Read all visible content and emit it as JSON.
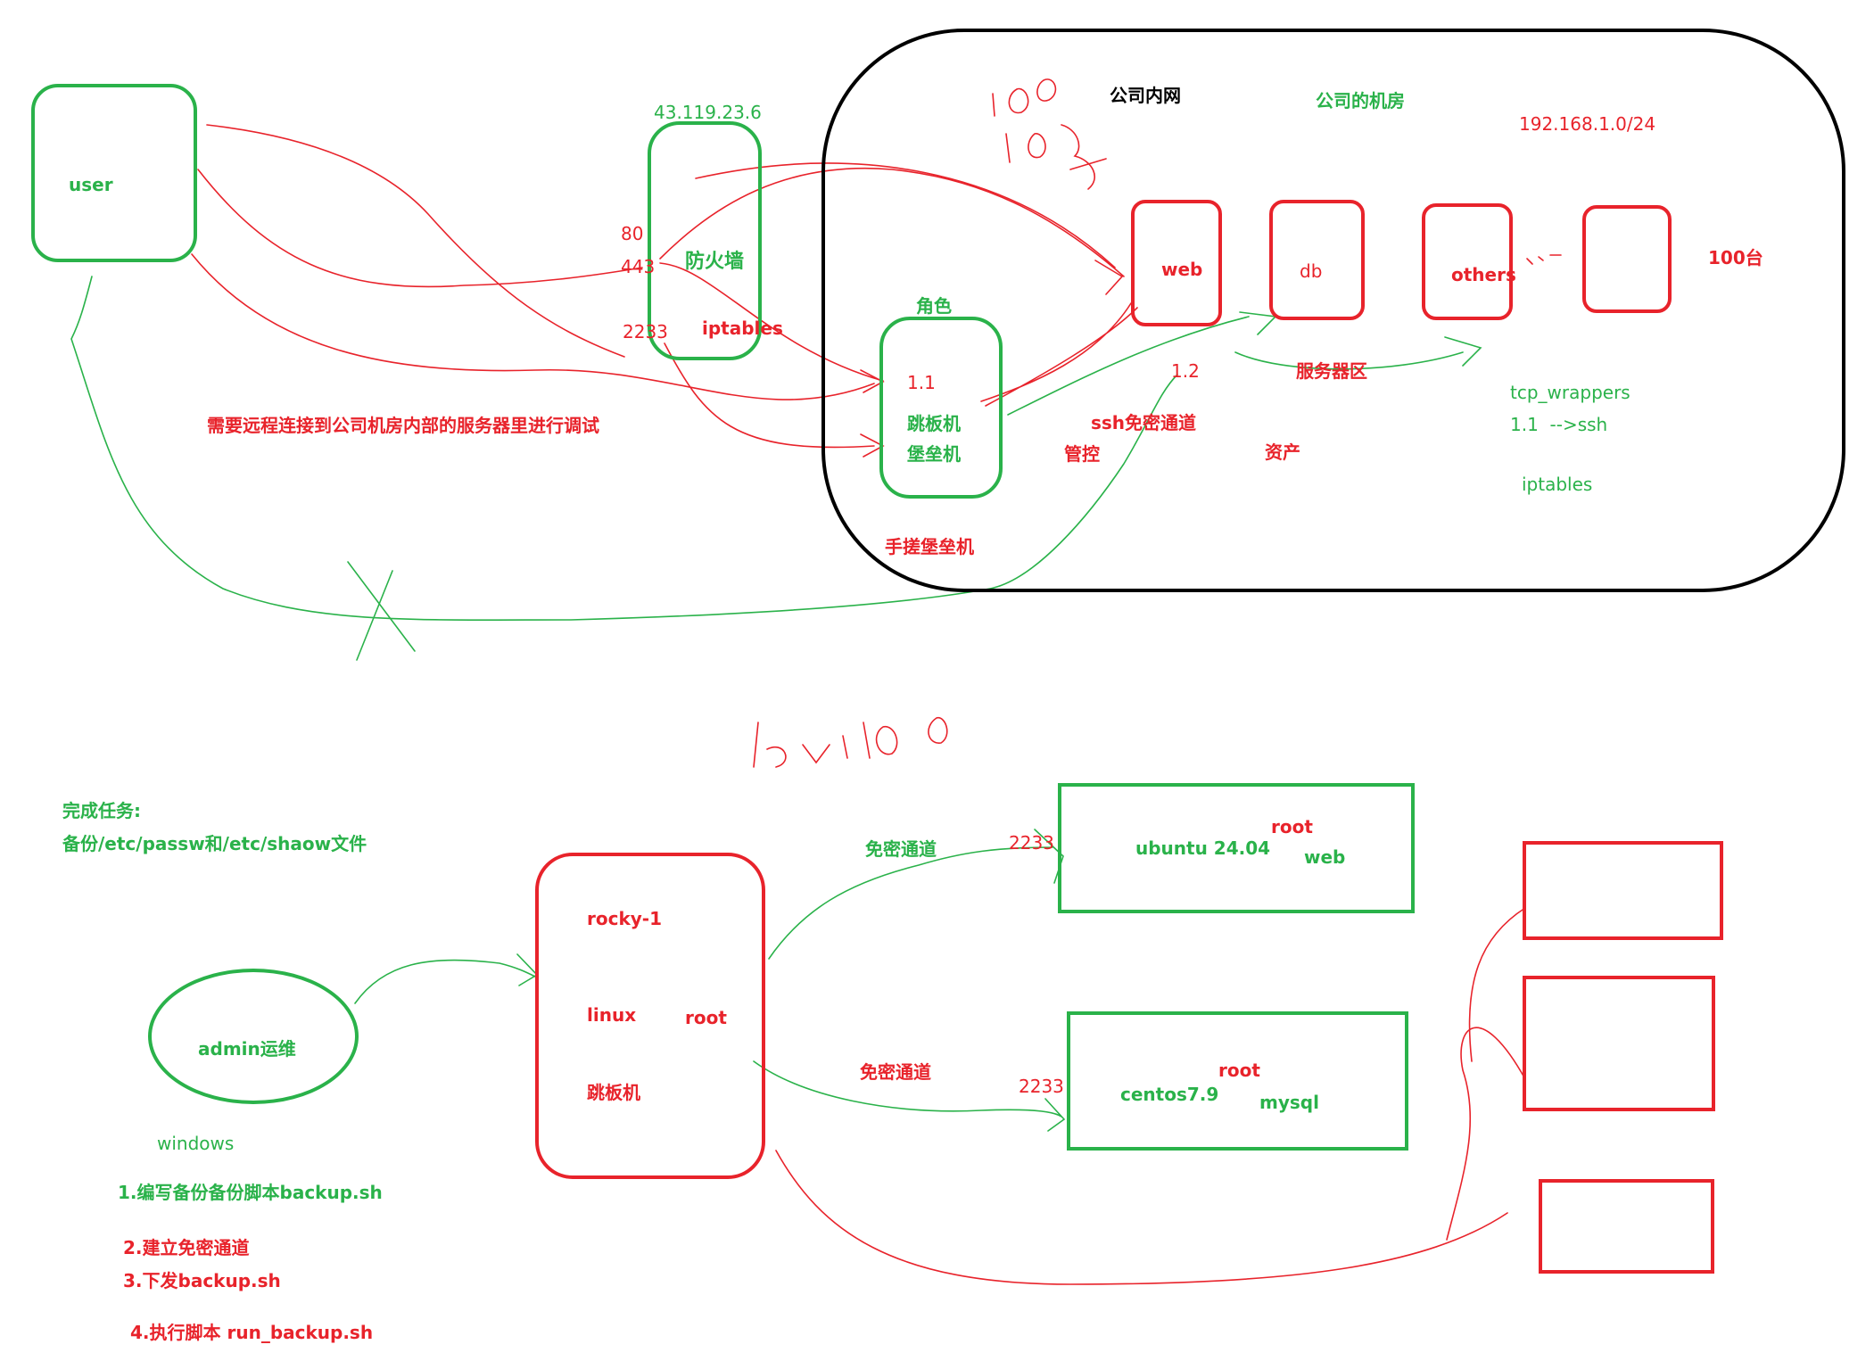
{
  "colors": {
    "green": "#2ab24a",
    "red": "#e8232b",
    "black": "#000000"
  },
  "top": {
    "user": "user",
    "firewall_ip": "43.119.23.6",
    "port_80": "80",
    "port_443": "443",
    "port_2233": "2233",
    "firewall": "防火墙",
    "iptables": "iptables",
    "remote_note": "需要远程连接到公司机房内部的服务器里进行调试",
    "intranet": "公司内网",
    "machine_room": "公司的机房",
    "subnet": "192.168.1.0/24",
    "web": "web",
    "db": "db",
    "others": "others",
    "count_100": "100台",
    "role": "角色",
    "jump_ip": "1.1",
    "jump_host": "跳板机",
    "bastion": "堡垒机",
    "ip_12": "1.2",
    "ssh_nopass": "ssh免密通道",
    "control": "管控",
    "server_zone": "服务器区",
    "assets": "资产",
    "tcp_wrappers": "tcp_wrappers",
    "ssh_rule": "1.1  -->ssh",
    "iptables2": "iptables",
    "handmade_bastion": "手搓堡垒机"
  },
  "bottom": {
    "task_title": "完成任务:",
    "task_desc": "备份/etc/passw和/etc/shaow文件",
    "admin": "admin运维",
    "windows": "windows",
    "step1": "1.编写备份备份脚本backup.sh",
    "step2": "2.建立免密通道",
    "step3": "3.下发backup.sh",
    "step4": "4.执行脚本 run_backup.sh",
    "rocky": "rocky-1",
    "linux": "linux",
    "root_rocky": "root",
    "jump_host": "跳板机",
    "tunnel1": "免密通道",
    "tunnel2": "免密通道",
    "port_a": "2233",
    "port_b": "2233",
    "ubuntu": "ubuntu 24.04",
    "ubuntu_root": "root",
    "ubuntu_web": "web",
    "centos": "centos7.9",
    "centos_root": "root",
    "centos_mysql": "mysql"
  }
}
